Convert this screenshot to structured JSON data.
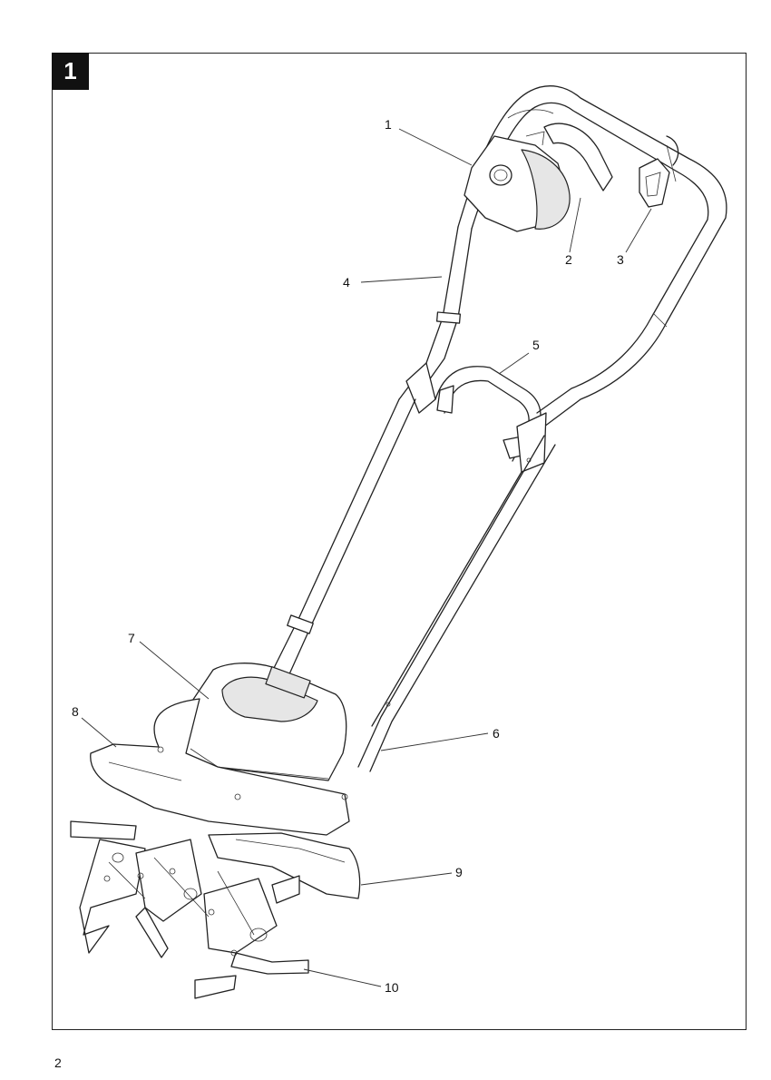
{
  "figure": {
    "number": "1"
  },
  "callouts": [
    {
      "id": "c1",
      "text": "1"
    },
    {
      "id": "c2",
      "text": "2"
    },
    {
      "id": "c3",
      "text": "3"
    },
    {
      "id": "c4",
      "text": "4"
    },
    {
      "id": "c5",
      "text": "5"
    },
    {
      "id": "c6",
      "text": "6"
    },
    {
      "id": "c7",
      "text": "7"
    },
    {
      "id": "c8",
      "text": "8"
    },
    {
      "id": "c9",
      "text": "9"
    },
    {
      "id": "c10",
      "text": "10"
    }
  ],
  "page": {
    "number": "2"
  }
}
